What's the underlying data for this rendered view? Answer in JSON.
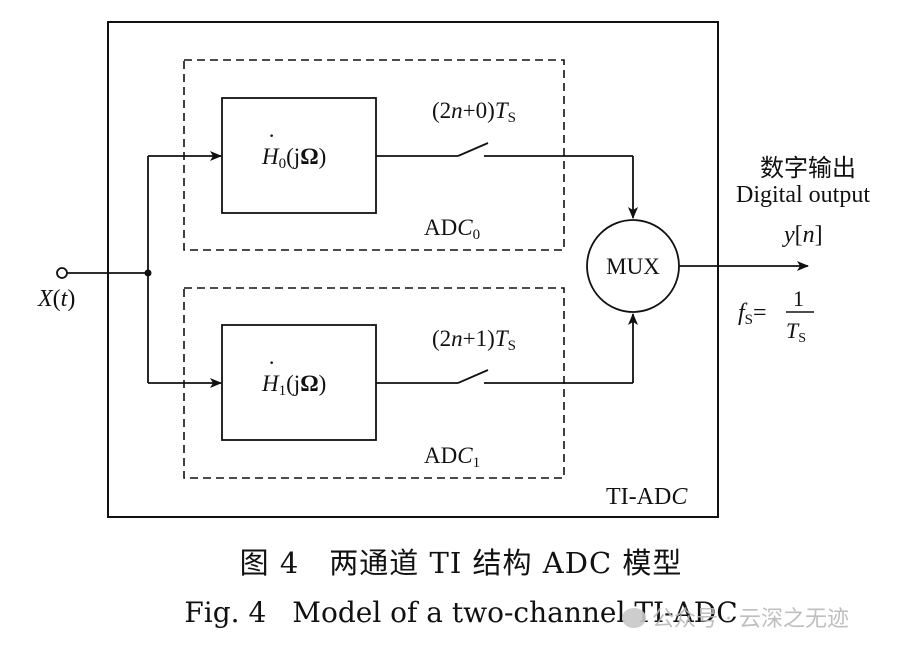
{
  "diagram": {
    "outer_label": "TI-ADC",
    "input_label": "X(t)",
    "channel0": {
      "filter_label": "H0(jΩ)",
      "adc_label": "ADC0",
      "sample_label": "(2n+0)TS"
    },
    "channel1": {
      "filter_label": "H1(jΩ)",
      "adc_label": "ADC1",
      "sample_label": "(2n+1)TS"
    },
    "mux_label": "MUX",
    "output_cn": "数字输出",
    "output_en": "Digital output",
    "output_signal": "y[n]",
    "rate_label": "fS = 1/TS"
  },
  "caption": {
    "cn_fig": "图 4",
    "cn_title": "两通道 TI 结构 ADC 模型",
    "en_fig": "Fig. 4",
    "en_title": "Model of a two-channel TI-ADC"
  },
  "watermark": "公众号 · 云深之无迹"
}
